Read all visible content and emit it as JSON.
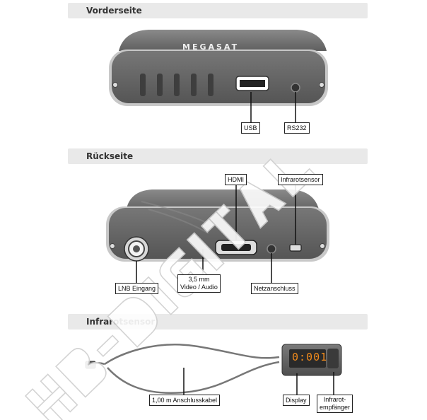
{
  "sections": {
    "front": "Vorderseite",
    "back": "Rückseite",
    "ir": "Infrarotsensor"
  },
  "brand": "MEGASAT",
  "labels": {
    "usb": "USB",
    "rs232": "RS232",
    "hdmi": "HDMI",
    "ir_sensor": "Infrarotsensor",
    "lnb": "LNB Eingang",
    "av_line1": "3,5 mm",
    "av_line2": "Video / Audio",
    "power": "Netzanschluss",
    "cable": "1,00 m Anschlusskabel",
    "display": "Display",
    "receiver_line1": "Infrarot-",
    "receiver_line2": "empfänger"
  },
  "display_digits": "0:001",
  "watermark": "HB-DIGITAL",
  "colors": {
    "device_body": "#6f6f6f",
    "device_dark": "#4a4a4a",
    "bar": "#e9e9e9",
    "led": "#f08a1c"
  }
}
